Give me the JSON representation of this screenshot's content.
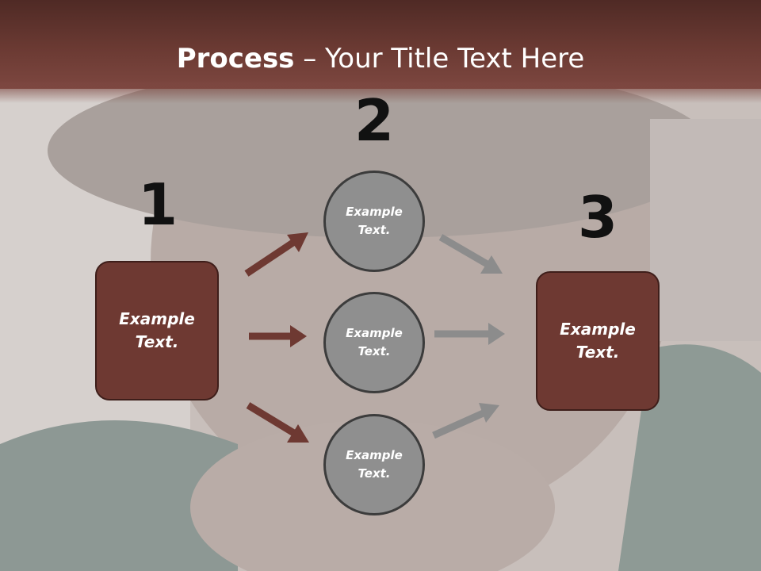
{
  "title": {
    "bold": "Process",
    "rest": " – Your Title Text Here"
  },
  "steps": [
    {
      "number": "1",
      "label": "Example Text."
    },
    {
      "number": "2",
      "items": [
        "Example Text.",
        "Example Text.",
        "Example Text."
      ]
    },
    {
      "number": "3",
      "label": "Example Text."
    }
  ],
  "colors": {
    "title_bar": "#6b3a33",
    "box_fill": "#6e3932",
    "circle_fill": "#8f8f8f",
    "arrow_left": "#6e3932",
    "arrow_right": "#8c8c8c"
  }
}
